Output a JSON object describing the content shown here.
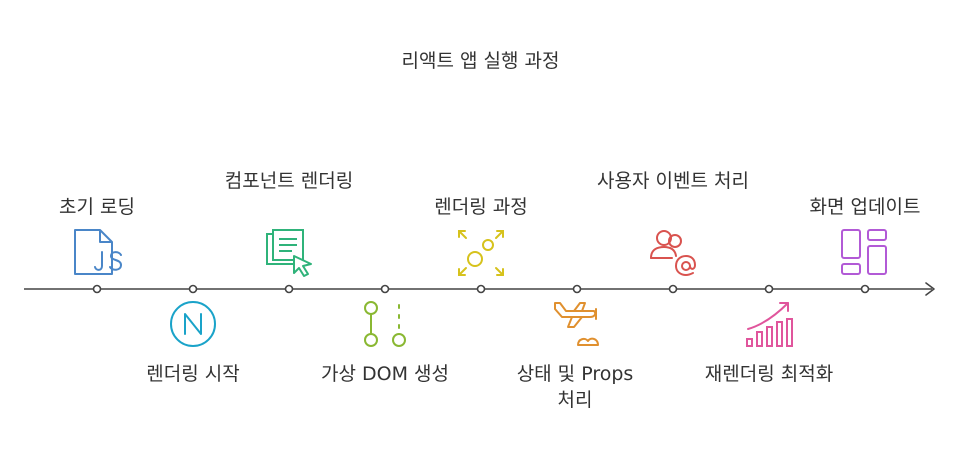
{
  "title": "리액트 앱 실행 과정",
  "steps": [
    {
      "label": "초기 로딩",
      "icon": "js-file-icon",
      "color": "#4a86c8",
      "position": "top"
    },
    {
      "label": "렌더링 시작",
      "icon": "react-n-icon",
      "color": "#1aa3c9",
      "position": "bottom"
    },
    {
      "label": "컴포넌트 렌더링",
      "icon": "component-cursor-icon",
      "color": "#2fb37a",
      "position": "top"
    },
    {
      "label": "가상 DOM 생성",
      "icon": "node-graph-icon",
      "color": "#8ab833",
      "position": "bottom"
    },
    {
      "label": "렌더링 과정",
      "icon": "expand-circles-icon",
      "color": "#d6c21c",
      "position": "top"
    },
    {
      "label": "상태 및 Props 처리",
      "icon": "airplane-icon",
      "color": "#e0902f",
      "position": "bottom"
    },
    {
      "label": "사용자 이벤트 처리",
      "icon": "users-at-icon",
      "color": "#d9534f",
      "position": "top"
    },
    {
      "label": "재렌더링 최적화",
      "icon": "growth-chart-icon",
      "color": "#e0559c",
      "position": "bottom"
    },
    {
      "label": "화면 업데이트",
      "icon": "layout-grid-icon",
      "color": "#b25ad6",
      "position": "top"
    }
  ]
}
